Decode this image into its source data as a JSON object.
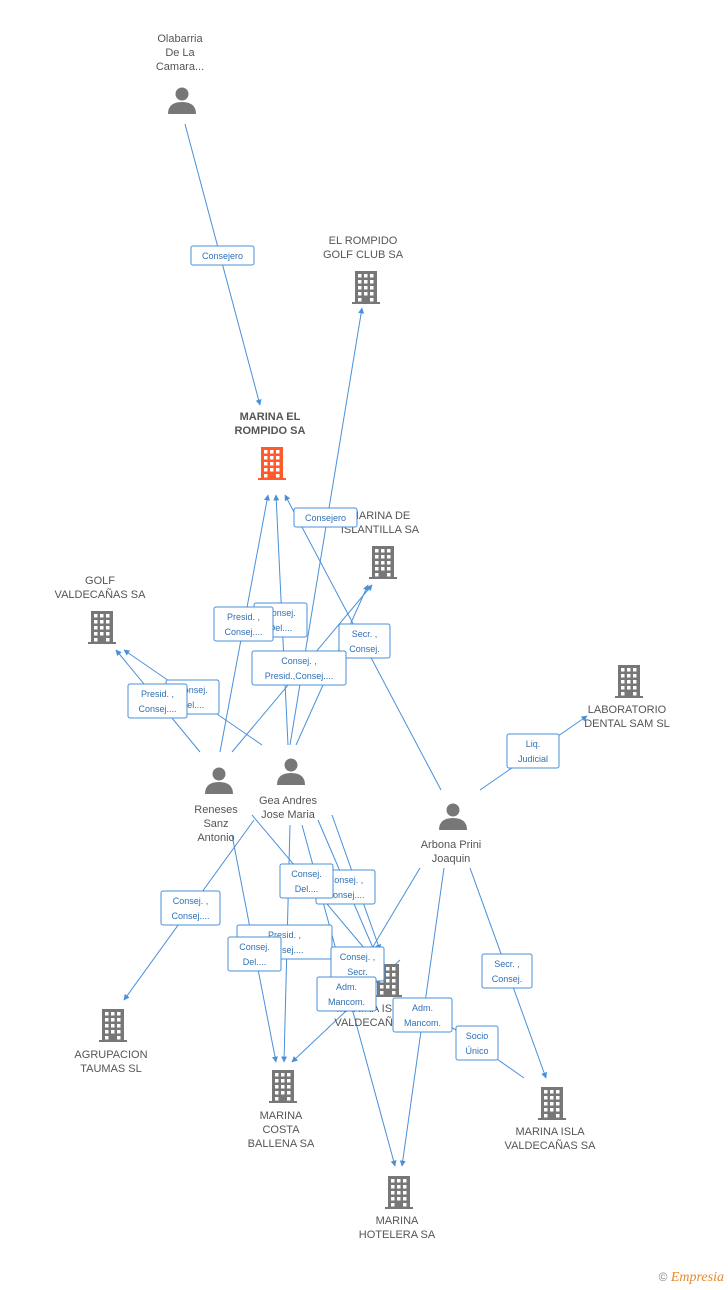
{
  "nodes": [
    {
      "id": "olabarria",
      "type": "person",
      "label": [
        "Olabarria",
        "De La",
        "Camara..."
      ]
    },
    {
      "id": "rompido_golf",
      "type": "company",
      "label": [
        "EL ROMPIDO",
        "GOLF CLUB SA"
      ]
    },
    {
      "id": "marina_rompido",
      "type": "company",
      "focus": true,
      "label": [
        "MARINA EL",
        "ROMPIDO SA"
      ]
    },
    {
      "id": "islantilla",
      "type": "company",
      "label": [
        "MARINA DE",
        "ISLANTILLA SA"
      ]
    },
    {
      "id": "golf_valdecanas",
      "type": "company",
      "label": [
        "GOLF",
        "VALDECAÑAS SA"
      ]
    },
    {
      "id": "laboratorio",
      "type": "company",
      "label": [
        "LABORATORIO",
        "DENTAL SAM SL"
      ]
    },
    {
      "id": "reneses",
      "type": "person",
      "label": [
        "Reneses",
        "Sanz",
        "Antonio"
      ]
    },
    {
      "id": "gea",
      "type": "person",
      "label": [
        "Gea Andres",
        "Jose Maria"
      ]
    },
    {
      "id": "arbona",
      "type": "person",
      "label": [
        "Arbona Prini",
        "Joaquin"
      ]
    },
    {
      "id": "isla_valdecanas_mid",
      "type": "company",
      "label": [
        "MARINA ISLA",
        "VALDECAÑAS"
      ]
    },
    {
      "id": "agrupacion",
      "type": "company",
      "label": [
        "AGRUPACION",
        "TAUMAS SL"
      ]
    },
    {
      "id": "costa_ballena",
      "type": "company",
      "label": [
        "MARINA",
        "COSTA",
        "BALLENA SA"
      ]
    },
    {
      "id": "isla_valdecanas",
      "type": "company",
      "label": [
        "MARINA ISLA",
        "VALDECAÑAS SA"
      ]
    },
    {
      "id": "hotelera",
      "type": "company",
      "label": [
        "MARINA",
        "HOTELERA SA"
      ]
    }
  ],
  "roles": [
    [
      "Consejero"
    ],
    [
      "Consejero"
    ],
    [
      "Consej.",
      "Del...."
    ],
    [
      "Presid. ,",
      "Consej...."
    ],
    [
      "Secr. ,",
      "Consej."
    ],
    [
      "Consej. ,",
      "Presid.,Consej...."
    ],
    [
      "Consej.",
      "Del...."
    ],
    [
      "Presid. ,",
      "Consej...."
    ],
    [
      "Liq.",
      "Judicial"
    ],
    [
      "Consej. ,",
      "Consej...."
    ],
    [
      "Consej.",
      "Del...."
    ],
    [
      "Consej. ,",
      "Consej...."
    ],
    [
      "Presid. ,",
      "Consej...."
    ],
    [
      "Consej.",
      "Del...."
    ],
    [
      "Consej. ,",
      "Secr."
    ],
    [
      "Adm.",
      "Mancom."
    ],
    [
      "Adm.",
      "Mancom."
    ],
    [
      "Secr. ,",
      "Consej."
    ],
    [
      "Socio",
      "Único"
    ]
  ],
  "footer": {
    "copyright": "©",
    "brand": "Empresia"
  },
  "colors": {
    "edge": "#4a90d9",
    "node": "#777777",
    "focus": "#ff5a2c"
  }
}
